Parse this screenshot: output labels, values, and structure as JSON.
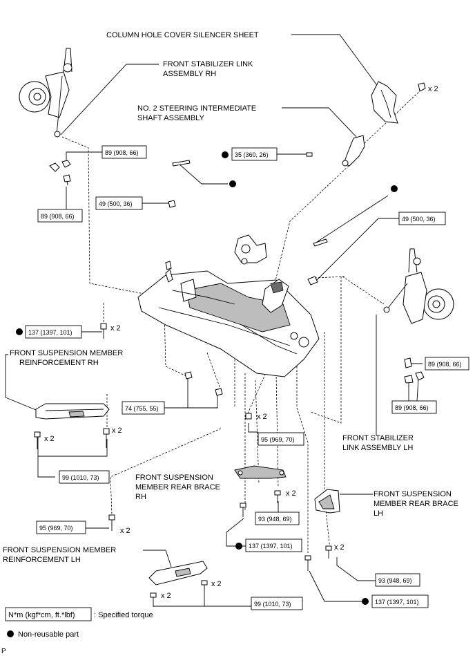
{
  "labels": {
    "column_hole_cover": "COLUMN HOLE COVER SILENCER SHEET",
    "stab_link_rh_1": "FRONT STABILIZER LINK",
    "stab_link_rh_2": "ASSEMBLY RH",
    "steering_shaft_1": "NO. 2 STEERING INTERMEDIATE",
    "steering_shaft_2": "SHAFT ASSEMBLY",
    "susp_reinf_rh_1": "FRONT SUSPENSION MEMBER",
    "susp_reinf_rh_2": "REINFORCEMENT RH",
    "stab_link_lh_1": "FRONT STABILIZER",
    "stab_link_lh_2": "LINK ASSEMBLY LH",
    "rear_brace_rh_1": "FRONT SUSPENSION",
    "rear_brace_rh_2": "MEMBER REAR BRACE",
    "rear_brace_rh_3": "RH",
    "rear_brace_lh_1": "FRONT SUSPENSION",
    "rear_brace_lh_2": "MEMBER REAR BRACE",
    "rear_brace_lh_3": "LH",
    "susp_reinf_lh_1": "FRONT SUSPENSION MEMBER",
    "susp_reinf_lh_2": "REINFORCEMENT LH"
  },
  "quantities": {
    "clip_x2": "x 2",
    "bolt_137_x2": "x 2",
    "reinf_rh_left_x2": "x 2",
    "reinf_rh_right_x2": "x 2",
    "nut_95_x2": "x 2",
    "bolt_95_x2": "x 2",
    "brace_rh_x2": "x 2",
    "brace_lh_x2": "x 2",
    "reinf_lh_left_x2": "x 2",
    "reinf_lh_right_x2": "x 2"
  },
  "torques": {
    "t_89_top": "89 (908, 66)",
    "t_89_left": "89 (908, 66)",
    "t_35": "35 (360, 26)",
    "t_49_left": "49 (500, 36)",
    "t_49_right": "49 (500, 36)",
    "t_137_top": "137 (1397, 101)",
    "t_74": "74 (755, 55)",
    "t_89_right_top": "89 (908, 66)",
    "t_89_right_bottom": "89 (908, 66)",
    "t_95_nut": "95 (969, 70)",
    "t_99_rh": "99 (1010, 73)",
    "t_93_rh": "93 (948, 69)",
    "t_95_bolt": "95 (969, 70)",
    "t_137_mid": "137 (1397, 101)",
    "t_93_lh": "93 (948, 69)",
    "t_137_bottom": "137 (1397, 101)",
    "t_99_lh": "99 (1010, 73)"
  },
  "legend": {
    "torque_unit": "N*m (kgf*cm, ft.*lbf)",
    "torque_desc": ": Specified torque",
    "nonreusable_desc": "Non-reusable part"
  },
  "footer": {
    "page_mark": "P"
  }
}
